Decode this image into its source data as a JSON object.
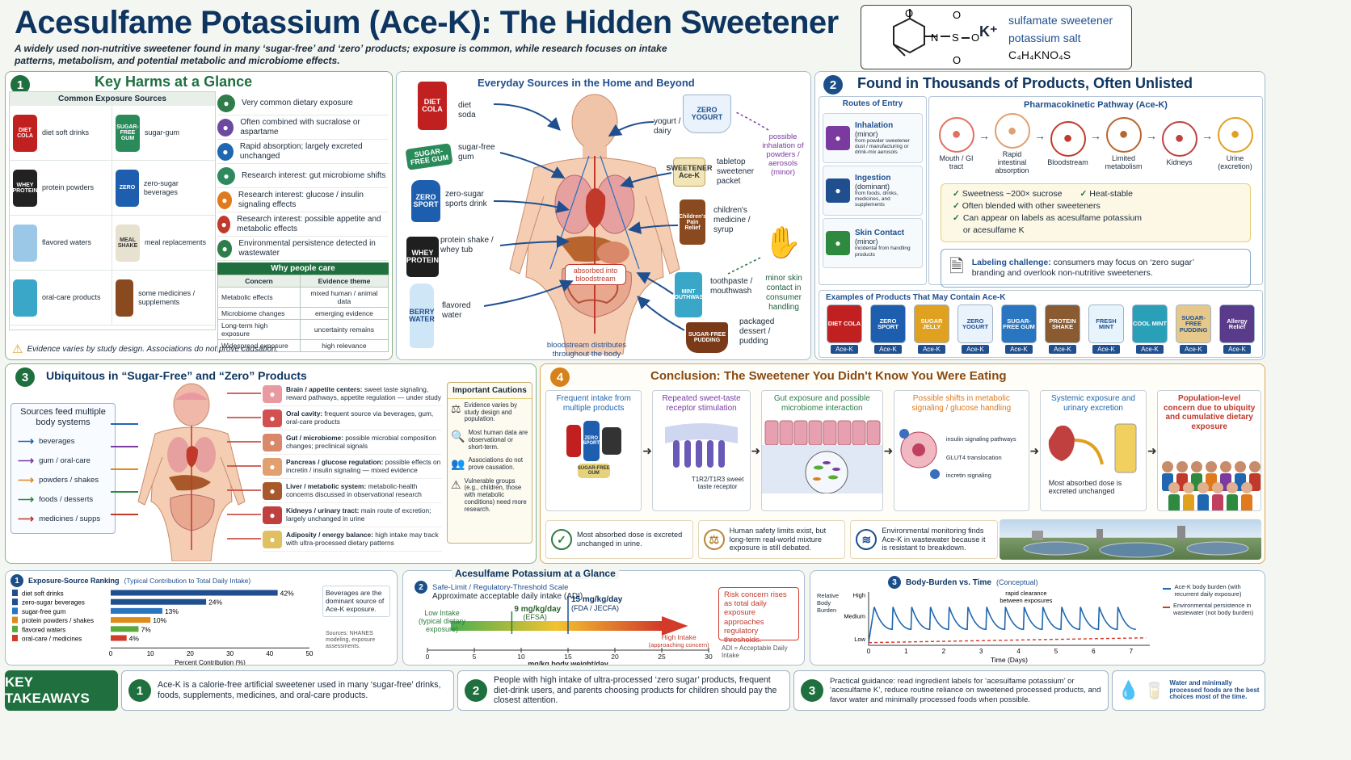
{
  "header": {
    "title": "Acesulfame Potassium (Ace-K): The Hidden Sweetener",
    "subtitle": "A widely used non-nutritive sweetener found in many ‘sugar-free’ and ‘zero’ products; exposure is common, while research focuses on intake patterns, metabolism, and potential metabolic and microbiome effects.",
    "chem_ion": "K⁺",
    "chem_lines": [
      "sulfamate sweetener",
      "potassium salt",
      "C₄H₄KNO₄S"
    ]
  },
  "section1": {
    "num": "1",
    "title": "Key Harms at a Glance",
    "sources_title": "Common Exposure Sources",
    "sources": [
      {
        "label": "diet soft drinks",
        "tag": "DIET COLA",
        "color": "#c0201f"
      },
      {
        "label": "sugar-gum",
        "tag": "SUGAR-FREE GUM",
        "color": "#2a8a5a"
      },
      {
        "label": "protein powders",
        "tag": "WHEY PROTEIN",
        "color": "#222222"
      },
      {
        "label": "zero-sugar beverages",
        "tag": "ZERO",
        "color": "#1d5fae"
      },
      {
        "label": "flavored waters",
        "tag": "",
        "color": "#9cc8e8"
      },
      {
        "label": "meal replacements",
        "tag": "MEAL SHAKE",
        "color": "#e7e1d0"
      },
      {
        "label": "oral-care products",
        "tag": "",
        "color": "#3aa7c9"
      },
      {
        "label": "some medicines / supplements",
        "tag": "",
        "color": "#8a4a20"
      }
    ],
    "harms": [
      {
        "label": "Very common dietary exposure",
        "icon": "people-icon",
        "color": "#2e7d4a"
      },
      {
        "label": "Often combined with sucralose or aspartame",
        "icon": "link-icon",
        "color": "#6b4aa0"
      },
      {
        "label": "Rapid absorption; largely excreted unchanged",
        "icon": "drop-icon",
        "color": "#1f67b0"
      },
      {
        "label": "Research interest: gut microbiome shifts",
        "icon": "gut-icon",
        "color": "#2e8a5e"
      },
      {
        "label": "Research interest: glucose / insulin signaling effects",
        "icon": "glucose-icon",
        "color": "#e07a1c"
      },
      {
        "label": "Research interest: possible appetite and metabolic effects",
        "icon": "appetite-icon",
        "color": "#c0392b"
      },
      {
        "label": "Environmental persistence detected in wastewater",
        "icon": "leaf-icon",
        "color": "#2e7d4a"
      }
    ],
    "why_title": "Why people care",
    "why_headers": [
      "Concern",
      "Evidence theme"
    ],
    "why_rows": [
      [
        "Metabolic effects",
        "mixed human / animal data"
      ],
      [
        "Microbiome changes",
        "emerging evidence"
      ],
      [
        "Long-term high exposure",
        "uncertainty remains"
      ],
      [
        "Widespread exposure",
        "high relevance"
      ]
    ],
    "note": "Evidence varies by study design. Associations do not prove causation."
  },
  "everyday": {
    "title": "Everyday Sources in the Home and Beyond",
    "left_labels": [
      "diet soda",
      "sugar-free gum",
      "zero-sugar sports drink",
      "protein shake / whey tub",
      "flavored water"
    ],
    "right_labels": [
      "yogurt / dairy",
      "tabletop sweetener packet",
      "children's medicine / syrup",
      "toothpaste / mouthwash",
      "packaged dessert / pudding"
    ],
    "inhalation": "possible inhalation of powders / aerosols (minor)",
    "skin": "minor skin contact in consumer handling",
    "absorbed": "absorbed into bloodstream",
    "bloodstream": "bloodstream distributes throughout the body",
    "tags": [
      "DIET COLA",
      "SUGAR-FREE GUM",
      "ZERO SPORT",
      "WHEY PROTEIN",
      "BERRY WATER",
      "ZERO YOGURT",
      "SWEETENER Ace-K",
      "Children's Pain Relief",
      "MINT MOUTHWASH",
      "SUGAR-FREE PUDDING"
    ]
  },
  "section2": {
    "num": "2",
    "title": "Found in Thousands of Products, Often Unlisted",
    "routes_title": "Routes of Entry",
    "routes": [
      {
        "name": "Inhalation",
        "level": "(minor)",
        "desc": "from powder sweetener dust / manufacturing or drink-mix aerosols"
      },
      {
        "name": "Ingestion",
        "level": "(dominant)",
        "desc": "from foods, drinks, medicines, and supplements"
      },
      {
        "name": "Skin Contact",
        "level": "(minor)",
        "desc": "incidental from handling products"
      }
    ],
    "pk_title": "Pharmacokinetic Pathway (Ace-K)",
    "pk_steps": [
      "Mouth / GI tract",
      "Rapid intestinal absorption",
      "Bloodstream",
      "Limited metabolism",
      "Kidneys",
      "Urine (excretion)"
    ],
    "facts": [
      "Sweetness ~200× sucrose",
      "Heat-stable",
      "Often blended with other sweeteners",
      "Can appear on labels as acesulfame potassium or acesulfame K"
    ],
    "labeling_bold": "Labeling challenge:",
    "labeling": "consumers may focus on ‘zero sugar’ branding and overlook non-nutritive sweeteners.",
    "examples_title": "Examples of Products That May Contain Ace-K",
    "examples": [
      {
        "tag": "DIET COLA",
        "color": "#c0201f"
      },
      {
        "tag": "ZERO SPORT",
        "color": "#1d5fae"
      },
      {
        "tag": "SUGAR JELLY",
        "color": "#e0a020"
      },
      {
        "tag": "ZERO YOGURT",
        "color": "#eaf2fb"
      },
      {
        "tag": "SUGAR-FREE GUM",
        "color": "#2a75c0"
      },
      {
        "tag": "PROTEIN SHAKE",
        "color": "#8a5a30"
      },
      {
        "tag": "FRESH MINT",
        "color": "#e8f4fb"
      },
      {
        "tag": "COOL MINT",
        "color": "#2aa0b8"
      },
      {
        "tag": "SUGAR-FREE PUDDING",
        "color": "#e6c98a"
      },
      {
        "tag": "Allergy Relief",
        "color": "#5a3a8a"
      }
    ],
    "example_label": "Ace-K"
  },
  "section3": {
    "num": "3",
    "title": "Ubiquitous in “Sugar-Free” and “Zero” Products",
    "feed_title": "Sources feed multiple body systems",
    "feeds": [
      {
        "label": "beverages",
        "color": "#1f67b0"
      },
      {
        "label": "gum / oral-care",
        "color": "#7a3aa0"
      },
      {
        "label": "powders / shakes",
        "color": "#e08a1c"
      },
      {
        "label": "foods / desserts",
        "color": "#2e8a3e"
      },
      {
        "label": "medicines / supps",
        "color": "#c0392b"
      }
    ],
    "organs": [
      {
        "bold": "Brain / appetite centers:",
        "text": "sweet taste signaling, reward pathways, appetite regulation — under study"
      },
      {
        "bold": "Oral cavity:",
        "text": "frequent source via beverages, gum, oral-care products"
      },
      {
        "bold": "Gut / microbiome:",
        "text": "possible microbial composition changes; preclinical signals"
      },
      {
        "bold": "Pancreas / glucose regulation:",
        "text": "possible effects on incretin / insulin signaling — mixed evidence"
      },
      {
        "bold": "Liver / metabolic system:",
        "text": "metabolic-health concerns discussed in observational research"
      },
      {
        "bold": "Kidneys / urinary tract:",
        "text": "main route of excretion; largely unchanged in urine"
      },
      {
        "bold": "Adiposity / energy balance:",
        "text": "high intake may track with ultra-processed dietary patterns"
      }
    ],
    "cautions_title": "Important Cautions",
    "cautions": [
      "Evidence varies by study design and population.",
      "Most human data are observational or short-term.",
      "Associations do not prove causation.",
      "Vulnerable groups (e.g., children, those with metabolic conditions) need more research."
    ]
  },
  "section4": {
    "num": "4",
    "title": "Conclusion: The Sweetener You Didn't Know You Were Eating",
    "steps": [
      {
        "title": "Frequent intake from multiple products",
        "color": "#1f67b0"
      },
      {
        "title": "Repeated sweet-taste receptor stimulation",
        "color": "#7a3aa0"
      },
      {
        "title": "Gut exposure and possible microbiome interaction",
        "color": "#2e7d4a"
      },
      {
        "title": "Possible shifts in metabolic signaling / glucose handling",
        "color": "#e07a1c"
      },
      {
        "title": "Systemic exposure and urinary excretion",
        "color": "#1f67b0"
      },
      {
        "title": "Population-level concern due to ubiquity and cumulative dietary exposure",
        "color": "#c0392b"
      }
    ],
    "receptor": "T1R2/T1R3 sweet taste receptor",
    "signals": [
      "insulin signaling pathways",
      "GLUT4 translocation",
      "incretin signaling"
    ],
    "excreted": "Most absorbed dose is excreted unchanged",
    "bottom": [
      "Most absorbed dose is excreted unchanged in urine.",
      "Human safety limits exist, but long-term real-world mixture exposure is still debated.",
      "Environmental monitoring finds Ace-K in wastewater because it is resistant to breakdown."
    ],
    "tags": [
      "ZERO SPORT",
      "SUGAR-FREE GUM"
    ]
  },
  "ranking": {
    "num": "1",
    "title": "Exposure-Source Ranking",
    "subtitle": "(Typical Contribution to Total Daily Intake)",
    "xlabel": "Percent Contribution (%)",
    "note": "Beverages are the dominant source of Ace-K exposure.",
    "sources": "Sources: NHANES modeling, exposure assessments."
  },
  "glance": {
    "title": "Acesulfame Potassium at a Glance",
    "num": "2",
    "subtitle": "Safe-Limit / Regulatory-Threshold Scale",
    "adi": "Approximate acceptable daily intake (ADI)",
    "efsa": "9 mg/kg/day",
    "efsa_org": "(EFSA)",
    "fda": "15 mg/kg/day",
    "fda_org": "(FDA / JECFA)",
    "low": "Low Intake (typical dietary exposure)",
    "high": "High Intake (approaching concern)",
    "xlabel": "mg/kg body weight/day",
    "risk": "Risk concern rises as total daily exposure approaches regulatory thresholds.",
    "adi_note": "ADI = Acceptable Daily Intake"
  },
  "burden": {
    "num": "3",
    "title": "Body-Burden vs. Time",
    "title_note": "(Conceptual)",
    "ylabel": "Relative Body Burden",
    "xlabel": "Time (Days)",
    "annotation": "rapid clearance between exposures",
    "legend": [
      "Ace-K body burden (with recurrent daily exposure)",
      "Environmental persistence in wastewater (not body burden)"
    ]
  },
  "chart_data": [
    {
      "type": "bar",
      "orientation": "horizontal",
      "title": "Exposure-Source Ranking",
      "categories": [
        "diet soft drinks",
        "zero-sugar beverages",
        "sugar-free gum",
        "protein powders / shakes",
        "flavored waters",
        "oral-care / medicines"
      ],
      "values": [
        42,
        24,
        13,
        10,
        7,
        4
      ],
      "colors": [
        "#1f4f8f",
        "#1f4f8f",
        "#2a75c0",
        "#e08a1c",
        "#5aaa3a",
        "#d23a2a"
      ],
      "xlabel": "Percent Contribution (%)",
      "xlim": [
        0,
        50
      ],
      "xticks": [
        0,
        10,
        20,
        30,
        40,
        50
      ]
    },
    {
      "type": "scale",
      "title": "Safe-Limit / Regulatory-Threshold Scale",
      "xlabel": "mg/kg body weight/day",
      "xlim": [
        0,
        30
      ],
      "xticks": [
        0,
        5,
        10,
        15,
        20,
        25,
        30
      ],
      "markers": [
        {
          "value": 9,
          "label": "9 mg/kg/day"
        },
        {
          "value": 15,
          "label": "15 mg/kg/day"
        }
      ]
    },
    {
      "type": "line",
      "title": "Body-Burden vs. Time",
      "xlabel": "Time (Days)",
      "ylabel": "Relative Body Burden",
      "xlim": [
        0,
        7.5
      ],
      "xticks": [
        0,
        1,
        2,
        3,
        4,
        5,
        6,
        7
      ],
      "ycategories": [
        "Low",
        "Medium",
        "High"
      ],
      "series": [
        {
          "name": "Ace-K body burden (with recurrent daily exposure)",
          "style": "solid",
          "color": "#1f67b0",
          "peaks_per_day": 2,
          "peak_level": 0.72,
          "trough_level": 0.3
        },
        {
          "name": "Environmental persistence in wastewater (not body burden)",
          "style": "dashed",
          "color": "#d23a2a",
          "start_level": 0.05,
          "end_level": 0.14
        }
      ]
    }
  ],
  "takeaways": {
    "label": "KEY TAKEAWAYS",
    "items": [
      {
        "num": "1",
        "text": "Ace-K is a calorie-free artificial sweetener used in many ‘sugar-free’ drinks, foods, supplements, medicines, and oral-care products."
      },
      {
        "num": "2",
        "text": "People with high intake of ultra-processed ‘zero sugar’ products, frequent diet-drink users, and parents choosing products for children should pay the closest attention."
      },
      {
        "num": "3",
        "text": "Practical guidance: read ingredient labels for ‘acesulfame potassium’ or ‘acesulfame K’, reduce routine reliance on sweetened processed products, and favor water and minimally processed foods when possible."
      }
    ],
    "water_note": "Water and minimally processed foods are the best choices most of the time."
  }
}
